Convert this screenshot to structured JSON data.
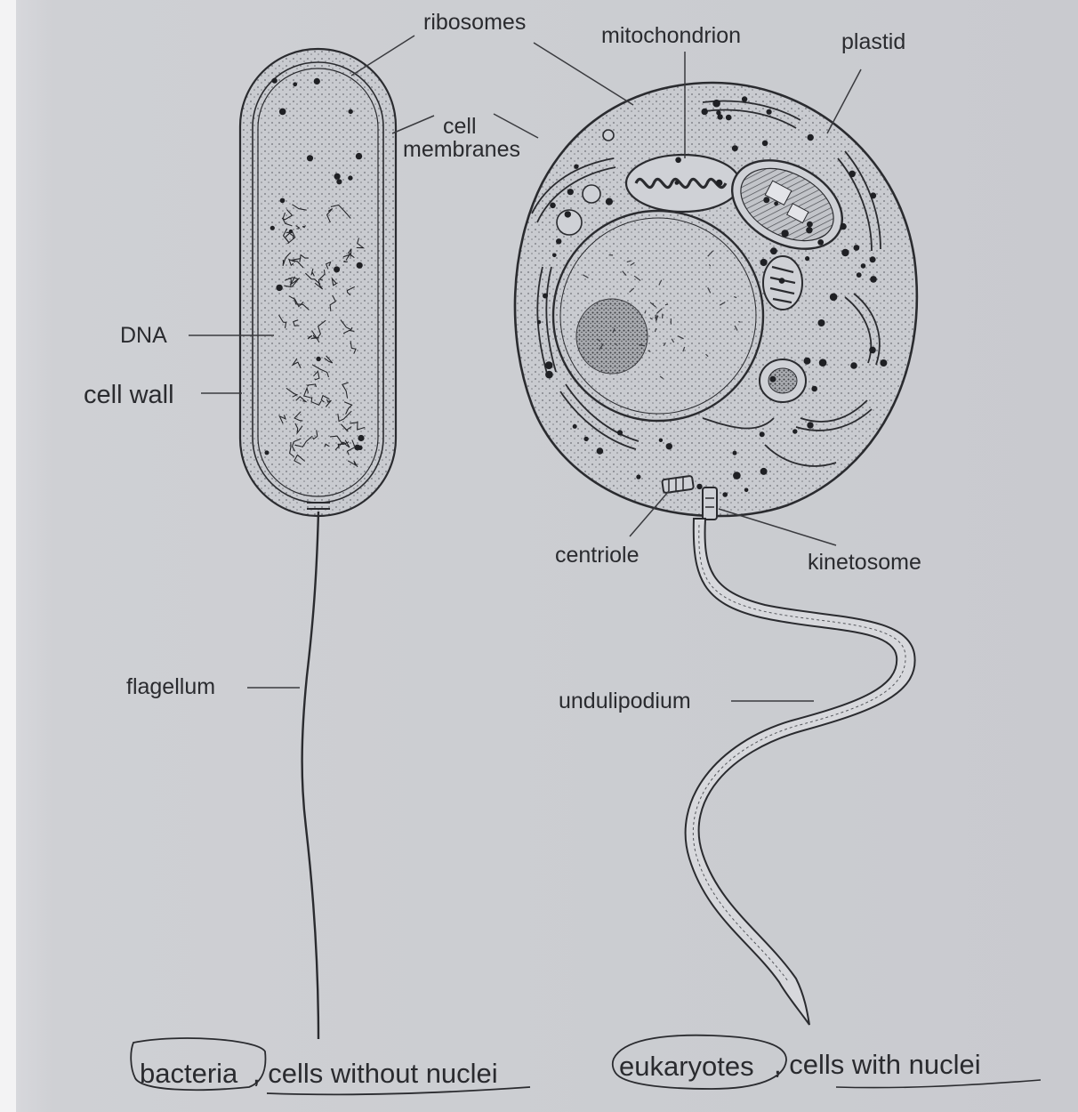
{
  "labels": {
    "ribosomes": "ribosomes",
    "mitochondrion": "mitochondrion",
    "plastid": "plastid",
    "cell_membranes_line1": "cell",
    "cell_membranes_line2": "membranes",
    "dna": "DNA",
    "cell_wall": "cell wall",
    "flagellum": "flagellum",
    "centriole": "centriole",
    "kinetosome": "kinetosome",
    "undulipodium": "undulipodium"
  },
  "captions": {
    "bacteria_word": "bacteria",
    "bacteria_rest": ", cells without nuclei",
    "eukaryotes_word": "eukaryotes",
    "eukaryotes_rest": ", cells with nuclei"
  },
  "colors": {
    "ink": "#2a2b2f",
    "paper": "#cbcdd1"
  }
}
